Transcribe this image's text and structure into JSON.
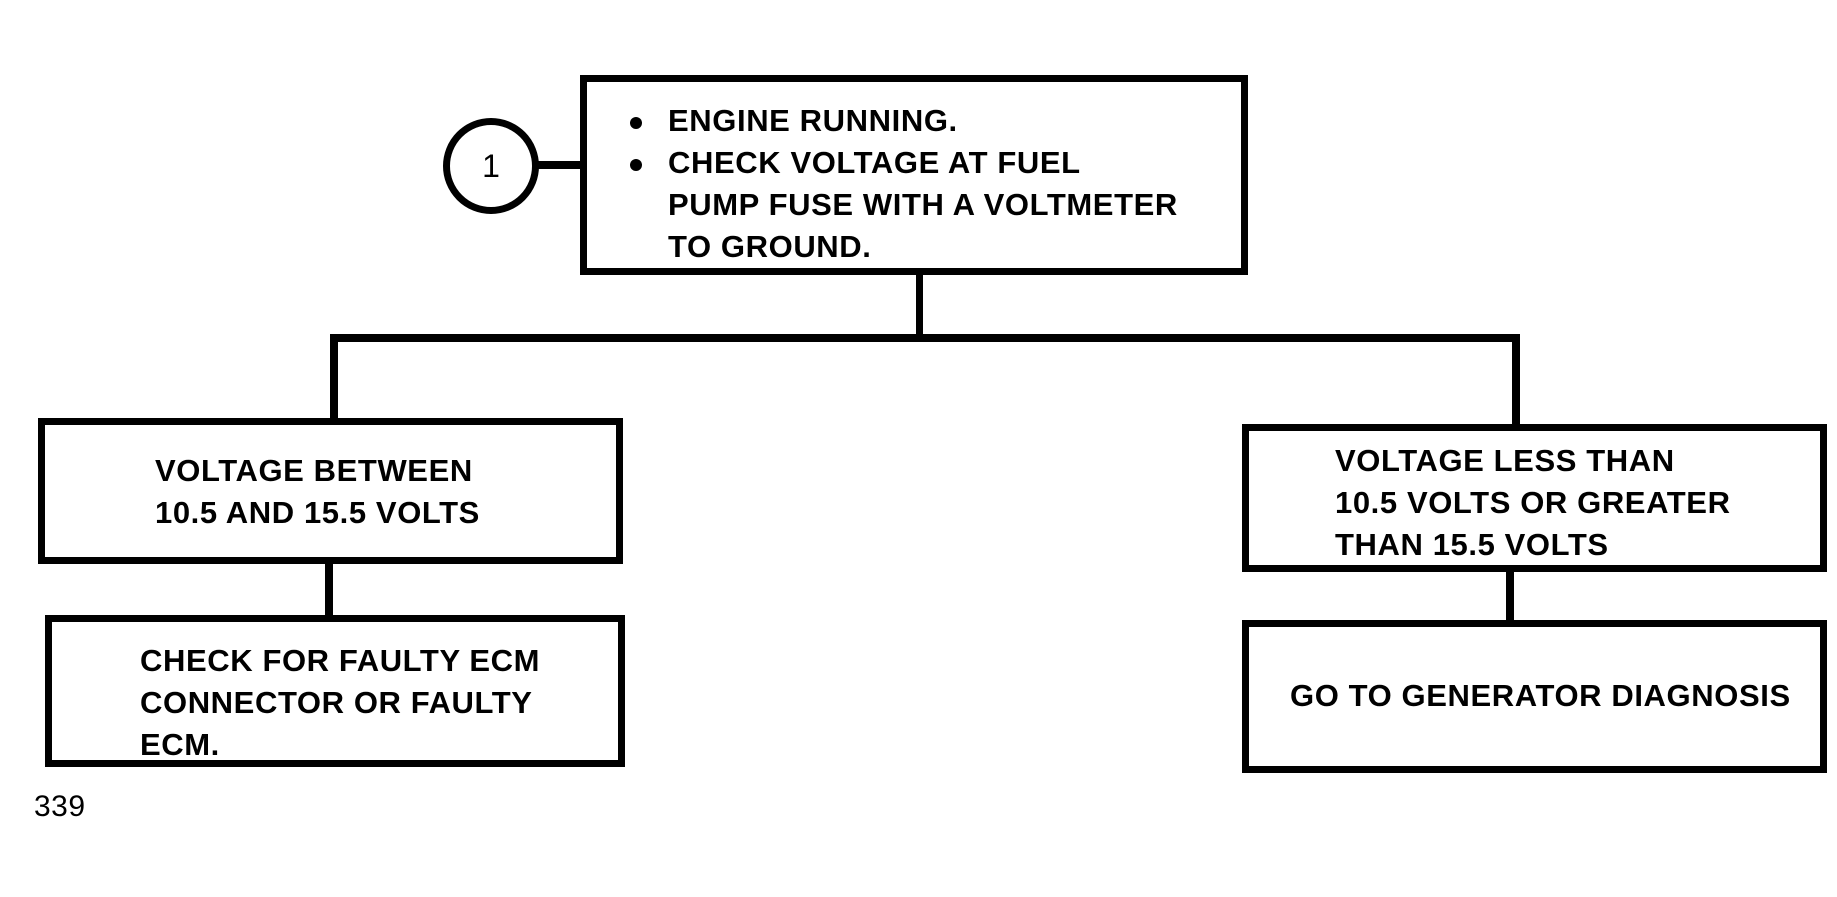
{
  "document": {
    "type": "diagnostic-flowchart",
    "page_number": "339"
  },
  "step_marker": {
    "label": "1"
  },
  "nodes": {
    "top": {
      "name": "test-step-box",
      "bullets": [
        "ENGINE RUNNING.",
        "CHECK VOLTAGE AT FUEL\nPUMP FUSE WITH A VOLTMETER\nTO GROUND."
      ]
    },
    "left_mid": {
      "name": "result-voltage-in-range",
      "text": "VOLTAGE BETWEEN\n10.5 AND 15.5 VOLTS"
    },
    "left_bottom": {
      "name": "action-check-ecm",
      "text": "CHECK FOR FAULTY ECM\nCONNECTOR OR FAULTY\nECM."
    },
    "right_mid": {
      "name": "result-voltage-out-of-range",
      "text": "VOLTAGE LESS THAN\n10.5 VOLTS OR GREATER\nTHAN 15.5 VOLTS"
    },
    "right_bottom": {
      "name": "action-generator-diagnosis",
      "text": "GO TO GENERATOR DIAGNOSIS"
    }
  },
  "colors": {
    "ink": "#000000",
    "paper": "#ffffff"
  }
}
